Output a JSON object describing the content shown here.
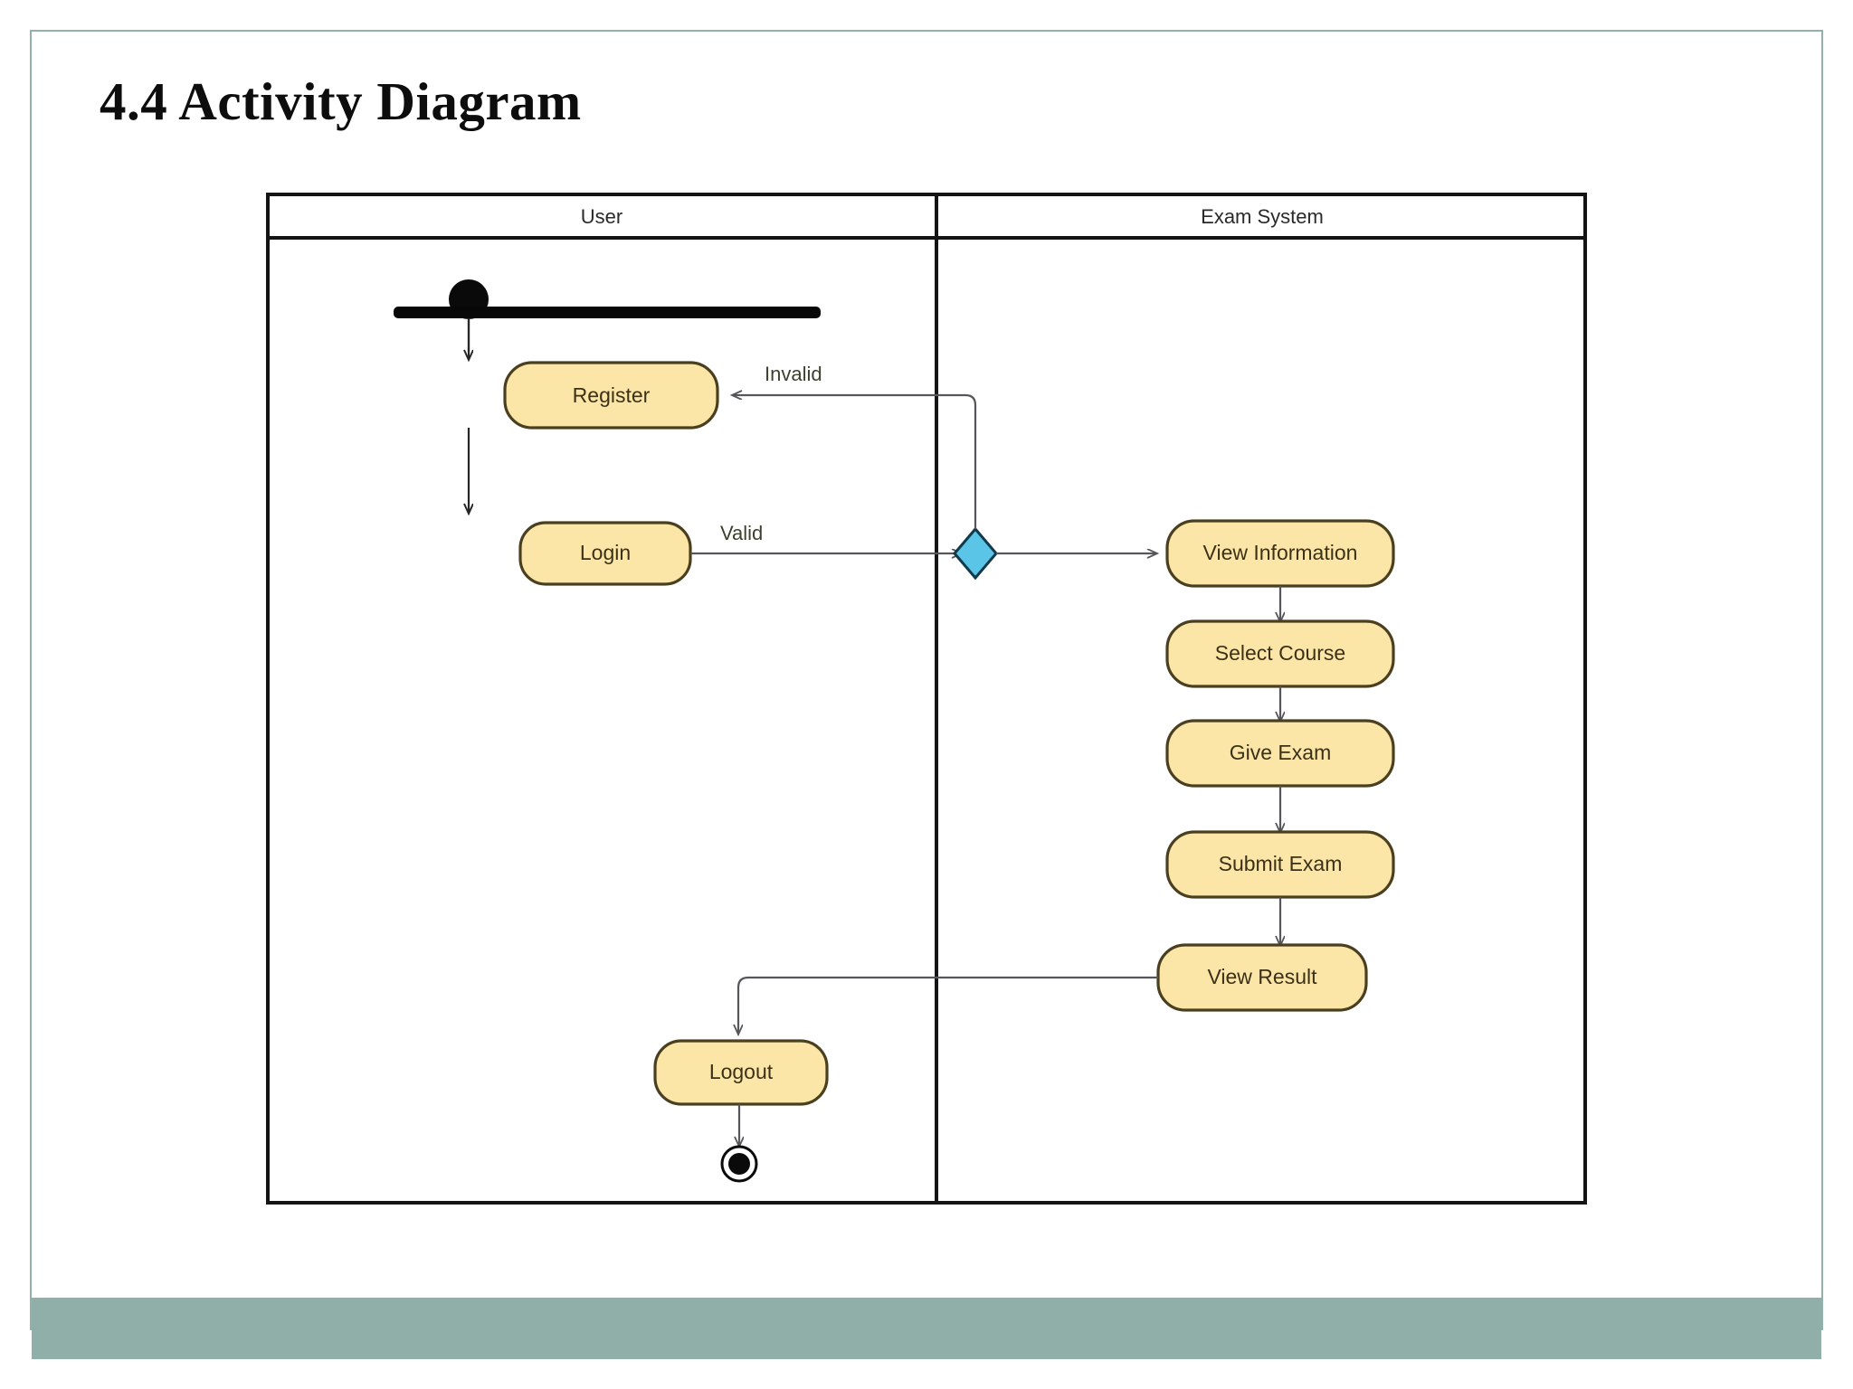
{
  "slide": {
    "title": "4.4 Activity Diagram",
    "accent_color": "#8fafa8",
    "frame_color": "#93b0a9",
    "background": "#ffffff"
  },
  "diagram": {
    "type": "uml-activity-diagram",
    "node_fill": "#fbe6a8",
    "node_border": "#4a4020",
    "decision_fill": "#5bc5e8",
    "decision_border": "#113a4a",
    "edge_color": "#55555a",
    "frame_border": "#111111",
    "swimlanes": [
      {
        "id": "user",
        "label": "User"
      },
      {
        "id": "exam_system",
        "label": "Exam System"
      }
    ],
    "nodes": [
      {
        "id": "start",
        "kind": "initial-node",
        "lane": "user",
        "label": ""
      },
      {
        "id": "fork",
        "kind": "fork-bar",
        "lane": "user",
        "label": ""
      },
      {
        "id": "register",
        "kind": "action",
        "lane": "user",
        "label": "Register"
      },
      {
        "id": "login",
        "kind": "action",
        "lane": "user",
        "label": "Login"
      },
      {
        "id": "decision",
        "kind": "decision",
        "lane": "exam_system",
        "label": ""
      },
      {
        "id": "view_info",
        "kind": "action",
        "lane": "exam_system",
        "label": "View Information"
      },
      {
        "id": "select_crs",
        "kind": "action",
        "lane": "exam_system",
        "label": "Select Course"
      },
      {
        "id": "give_exam",
        "kind": "action",
        "lane": "exam_system",
        "label": "Give Exam"
      },
      {
        "id": "submit_exam",
        "kind": "action",
        "lane": "exam_system",
        "label": "Submit Exam"
      },
      {
        "id": "view_result",
        "kind": "action",
        "lane": "exam_system",
        "label": "View Result"
      },
      {
        "id": "logout",
        "kind": "action",
        "lane": "user",
        "label": "Logout"
      },
      {
        "id": "end",
        "kind": "final-node",
        "lane": "user",
        "label": ""
      }
    ],
    "edges": [
      {
        "from": "start",
        "to": "fork",
        "label": ""
      },
      {
        "from": "fork",
        "to": "register",
        "label": ""
      },
      {
        "from": "register",
        "to": "login",
        "label": ""
      },
      {
        "from": "login",
        "to": "decision",
        "label": "Valid"
      },
      {
        "from": "decision",
        "to": "register",
        "label": "Invalid"
      },
      {
        "from": "decision",
        "to": "view_info",
        "label": ""
      },
      {
        "from": "view_info",
        "to": "select_crs",
        "label": ""
      },
      {
        "from": "select_crs",
        "to": "give_exam",
        "label": ""
      },
      {
        "from": "give_exam",
        "to": "submit_exam",
        "label": ""
      },
      {
        "from": "submit_exam",
        "to": "view_result",
        "label": ""
      },
      {
        "from": "view_result",
        "to": "logout",
        "label": ""
      },
      {
        "from": "logout",
        "to": "end",
        "label": ""
      }
    ],
    "edge_labels": {
      "valid": "Valid",
      "invalid": "Invalid"
    }
  }
}
